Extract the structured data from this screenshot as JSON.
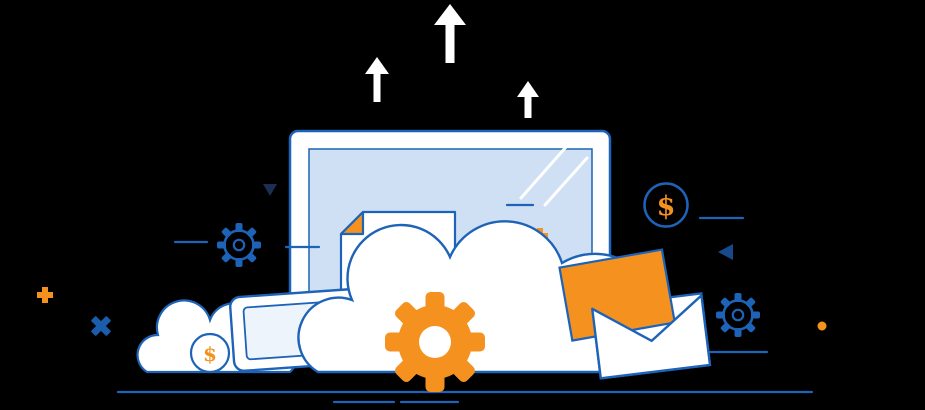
{
  "scene": {
    "description": "Flat vector illustration: monitor uploading to clouds with documents, gears, envelope with letter, dollar coin and decorative marks",
    "background_color": "#000000",
    "palette": {
      "outline_blue": "#1d63b8",
      "screen_blue": "#cfdff4",
      "accent_orange": "#f5921f",
      "white": "#ffffff",
      "dark_navy": "#1c2f50",
      "dark_blue": "#17498c"
    },
    "symbols": {
      "dollar": "$"
    },
    "icons": [
      "up-arrow-large",
      "up-arrow-left",
      "up-arrow-right",
      "monitor",
      "document-folded-corner",
      "cloud-left",
      "cloud-main",
      "tablet",
      "dollar-coin",
      "gear-solid-orange",
      "envelope-with-letter",
      "dollar-badge",
      "gear-outline-left",
      "gear-outline-right",
      "plus-left",
      "plus-on-screen",
      "cross-mark",
      "triangle-down",
      "triangle-left",
      "orange-dot",
      "ground-line"
    ]
  }
}
